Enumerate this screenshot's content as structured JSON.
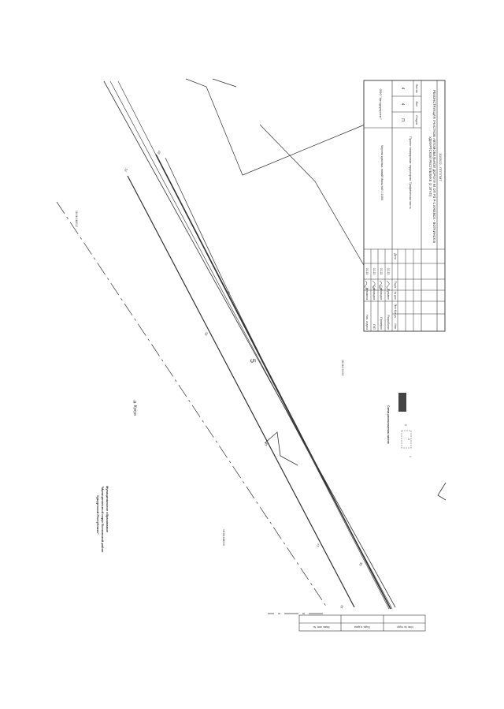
{
  "page_number": "5",
  "municipality": {
    "line1": "Муниципальное образование",
    "line2": "\"Муниципальный округ Воткинский район",
    "line3": "Удмуртской Республики\""
  },
  "village": "д. Кукуи",
  "cadastral": {
    "c1": "18:04:148012",
    "c2": "18:04:148013",
    "c3": "18:04:011001"
  },
  "pickets": [
    "15",
    "16",
    "17",
    "18",
    "19",
    "20",
    "21",
    "22"
  ],
  "scheme_title": "Схема расположения листов",
  "scheme_numbers": [
    "1",
    "2",
    "3"
  ],
  "title_block": {
    "doc_code": "30/2022 - ППТ.ПМТ",
    "object_title": "РЕКОНСТРУКЦИЯ УЧАСТКОВ АВТОМОБИЛЬНОЙ ДОРОГИ 94 ОП РЗ Р-1 ИЖЕВСК - ВОТКИНСК В УДМУРТСКОЙ РЕСПУБЛИКЕ (2 ЭТАП)",
    "header": [
      "Изм.",
      "Кол.уч",
      "Лист",
      "№ док.",
      "Подп.",
      "Дата"
    ],
    "roles": [
      "Разработал",
      "Проверил",
      "ГИП",
      "Нач. отдела"
    ],
    "names": [
      "Кузьмин",
      "Самородов",
      "Самородов",
      "Кузьмина"
    ],
    "dates": [
      "02.23",
      "02.23",
      "02.23",
      "02.23"
    ],
    "section": "Проект планировки территории. Графическая часть",
    "drawing": "Чертеж красных линий Масштаб 1:1000",
    "stage_header": [
      "Стадия",
      "Лист",
      "Листов"
    ],
    "stage_values": [
      "П",
      "4",
      "4"
    ],
    "company": "ООО \"Автодорпроект\""
  },
  "margin_labels": [
    "Взам. инв. №",
    "Подп. и дата",
    "Инв. № подл."
  ]
}
